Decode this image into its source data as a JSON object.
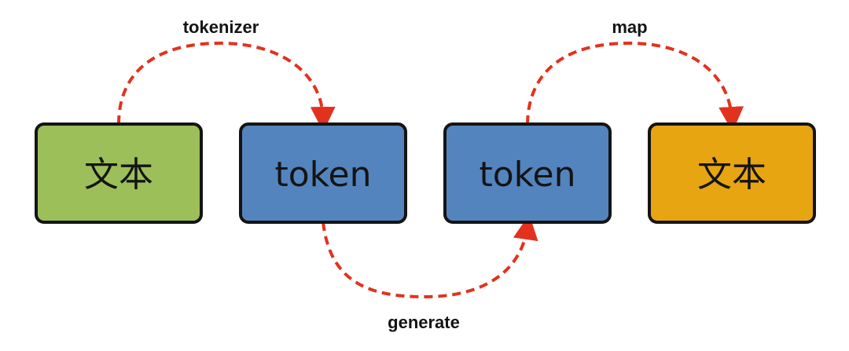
{
  "colors": {
    "node_text_1": "#9cbf5a",
    "node_token_1": "#5484bd",
    "node_token_2": "#5484bd",
    "node_text_2": "#e8a512",
    "border": "#141414",
    "arrow": "#e2321e"
  },
  "nodes": [
    {
      "id": "n1",
      "label": "文本",
      "color_key": "node_text_1"
    },
    {
      "id": "n2",
      "label": "token",
      "color_key": "node_token_1"
    },
    {
      "id": "n3",
      "label": "token",
      "color_key": "node_token_2"
    },
    {
      "id": "n4",
      "label": "文本",
      "color_key": "node_text_2"
    }
  ],
  "edges": [
    {
      "from": "n1",
      "to": "n2",
      "label": "tokenizer",
      "side": "top"
    },
    {
      "from": "n2",
      "to": "n3",
      "label": "generate",
      "side": "bottom"
    },
    {
      "from": "n3",
      "to": "n4",
      "label": "map",
      "side": "top"
    }
  ]
}
